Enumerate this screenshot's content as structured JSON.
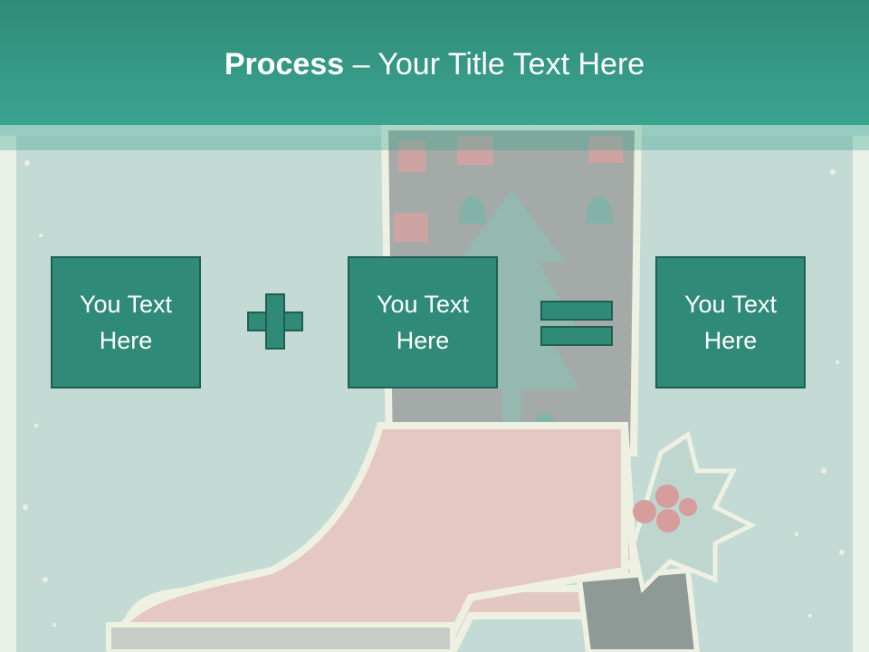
{
  "title": {
    "bold": "Process",
    "rest": " – Your Title Text Here"
  },
  "boxes": [
    "You Text Here",
    "You Text Here",
    "You Text Here"
  ],
  "operators": [
    "plus-icon",
    "equals-icon"
  ],
  "colors": {
    "header": "#3aa48f",
    "box": "#2f8a77",
    "box_border": "#1f5f52",
    "background": "#cfe3dd"
  }
}
